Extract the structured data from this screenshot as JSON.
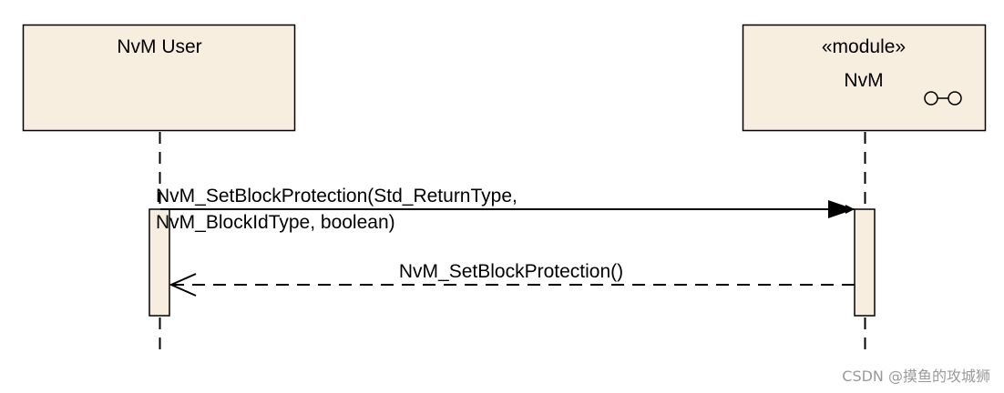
{
  "lifelines": [
    {
      "name": "NvM User",
      "stereotype": ""
    },
    {
      "name": "NvM",
      "stereotype": "«module»"
    }
  ],
  "messages": [
    {
      "type": "synchronous-call",
      "label_line1": "NvM_SetBlockProtection(Std_ReturnType,",
      "label_line2": "NvM_BlockIdType, boolean)"
    },
    {
      "type": "return",
      "label": "NvM_SetBlockProtection()"
    }
  ],
  "module_icon": "component-ports-icon",
  "colors": {
    "box_fill": "#f8eee0",
    "stroke": "#000000",
    "watermark": "#9a9a9a"
  },
  "watermark": "CSDN @摸鱼的攻城狮"
}
